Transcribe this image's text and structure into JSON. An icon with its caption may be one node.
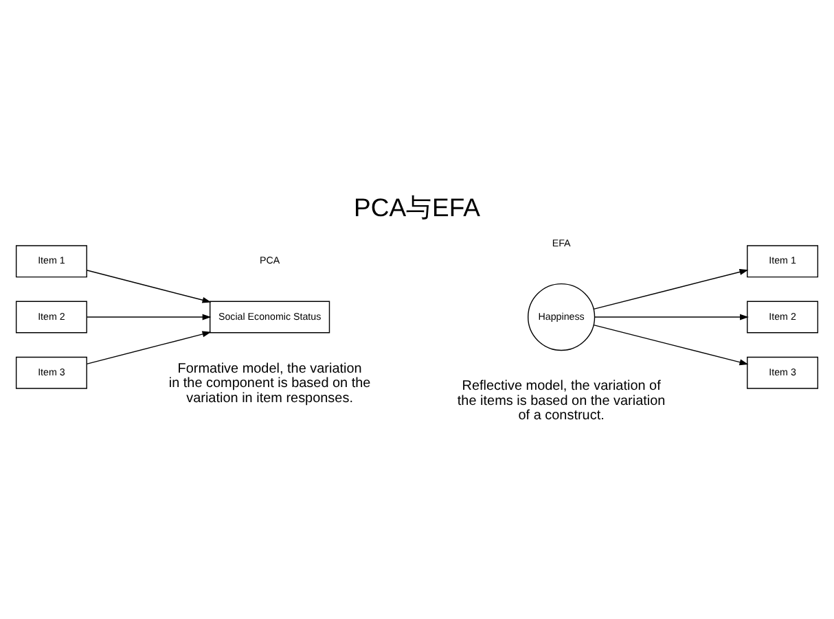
{
  "diagram": {
    "title": "PCA与EFA",
    "nodes": [
      {
        "text": [
          "Item 1"
        ]
      },
      {
        "text": [
          "Item 2"
        ]
      },
      {
        "text": [
          "Item 3"
        ]
      },
      {
        "text": [
          "Social Economic Status"
        ]
      },
      {
        "text": [
          "Happiness"
        ]
      },
      {
        "text": [
          "Item 1"
        ]
      },
      {
        "text": [
          "Item 2"
        ]
      },
      {
        "text": [
          "Item 3"
        ]
      }
    ],
    "edges": [
      {
        "from": 0,
        "to": 3,
        "arrow": "to"
      },
      {
        "from": 1,
        "to": 3,
        "arrow": "to"
      },
      {
        "from": 2,
        "to": 3,
        "arrow": "to"
      },
      {
        "from": 4,
        "to": 5,
        "arrow": "to"
      },
      {
        "from": 4,
        "to": 6,
        "arrow": "to"
      },
      {
        "from": 4,
        "to": 7,
        "arrow": "to"
      }
    ],
    "labels": [
      "PCA",
      "EFA",
      "Formative model, the variation in the component is based on the variation in item responses.",
      "Reflective model, the variation of the items is based on the variation of a construct."
    ]
  }
}
